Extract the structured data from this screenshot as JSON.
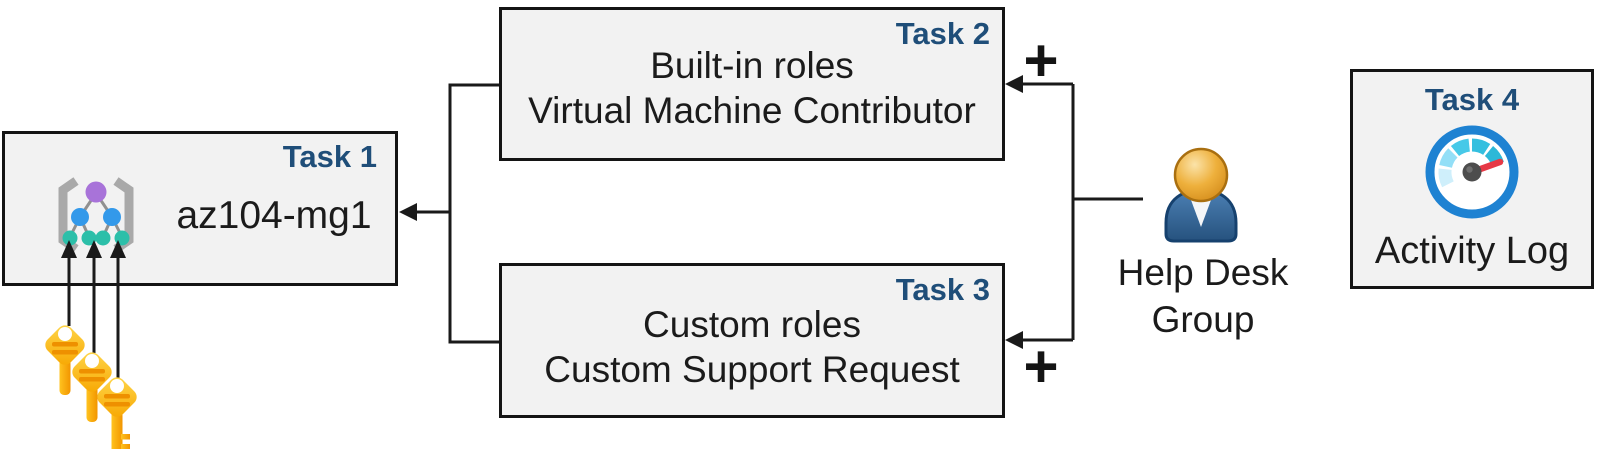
{
  "task1": {
    "label": "Task 1",
    "name": "az104-mg1"
  },
  "task2": {
    "label": "Task 2",
    "line1": "Built-in roles",
    "line2": "Virtual Machine Contributor"
  },
  "task3": {
    "label": "Task 3",
    "line1": "Custom roles",
    "line2": "Custom Support Request"
  },
  "task4": {
    "label": "Task 4",
    "caption": "Activity Log"
  },
  "group": {
    "line1": "Help Desk",
    "line2": "Group"
  },
  "plus_top": "+",
  "plus_bottom": "+",
  "icons": {
    "task1": "management-group-icon",
    "task4": "gauge-icon",
    "group": "person-icon",
    "keys": "keys-icon"
  },
  "colors": {
    "accent_blue": "#1f4e79",
    "box_fill": "#f2f2f2",
    "box_border": "#141414",
    "connector_black": "#1a1a1a",
    "key_gold": "#f9a700",
    "gauge_ring": "#1e82d2",
    "needle_red": "#e63946",
    "person_blue": "#2d5c8f",
    "person_head_orange": "#e0a032",
    "mg_purple": "#a873d9",
    "mg_blue": "#3399ea",
    "mg_teal": "#2cbfa9"
  }
}
